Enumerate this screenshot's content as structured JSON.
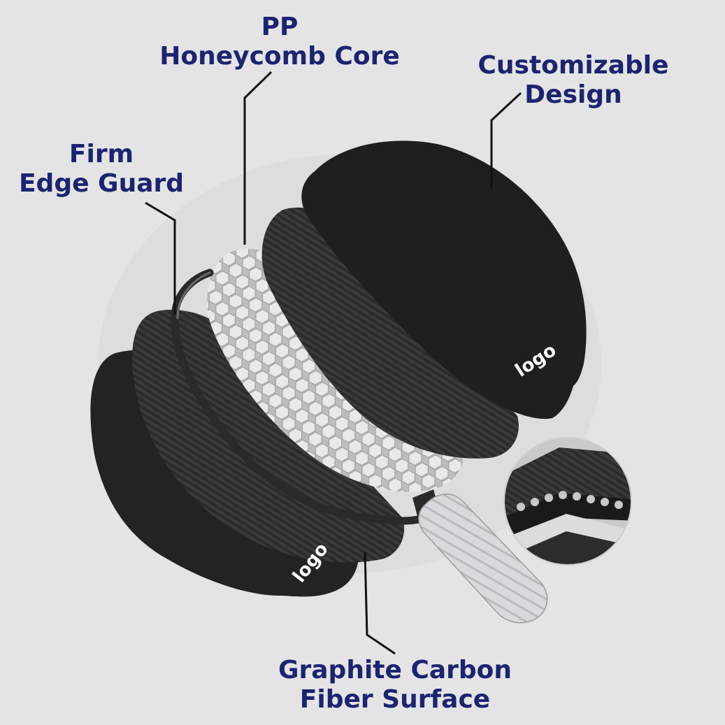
{
  "labels": {
    "core": [
      "PP",
      "Honeycomb Core"
    ],
    "design": [
      "Customizable",
      "Design"
    ],
    "edge": [
      "Firm",
      "Edge Guard"
    ],
    "surface": [
      "Graphite Carbon",
      "Fiber Surface"
    ]
  },
  "logos": {
    "top": "logo",
    "bottom": "logo"
  },
  "colors": {
    "background": "#e4e4e6",
    "label": "#1c2470",
    "panel": "#1f1f1f",
    "carbon": "#2c2c2c",
    "honeycomb": "#cfcfcf",
    "grip": "#d9dadc"
  }
}
